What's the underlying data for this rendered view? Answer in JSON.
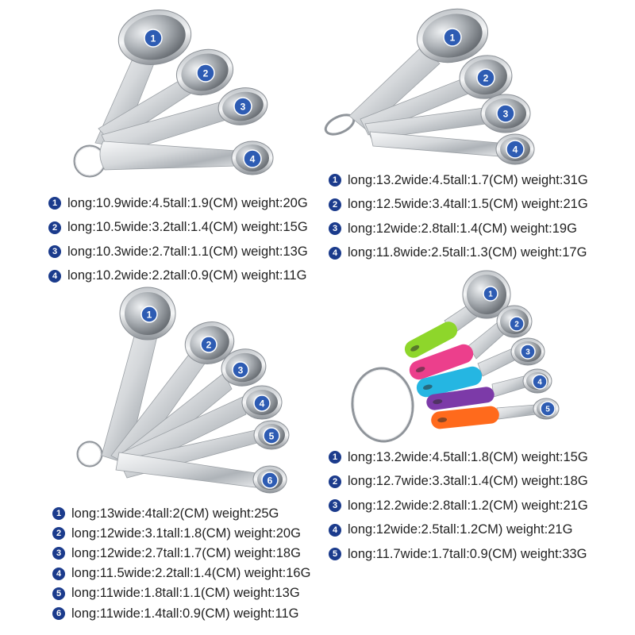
{
  "colors": {
    "list_badge": "#1b3b8c",
    "spoon_badge": "#2e5cb3"
  },
  "sets": [
    {
      "spoons": [
        {
          "number": "1",
          "spec": "long:10.9wide:4.5tall:1.9(CM) weight:20G"
        },
        {
          "number": "2",
          "spec": "long:10.5wide:3.2tall:1.4(CM) weight:15G"
        },
        {
          "number": "3",
          "spec": "long:10.3wide:2.7tall:1.1(CM) weight:13G"
        },
        {
          "number": "4",
          "spec": "long:10.2wide:2.2tall:0.9(CM) weight:11G"
        }
      ]
    },
    {
      "spoons": [
        {
          "number": "1",
          "spec": "long:13.2wide:4.5tall:1.7(CM) weight:31G"
        },
        {
          "number": "2",
          "spec": "long:12.5wide:3.4tall:1.5(CM) weight:21G"
        },
        {
          "number": "3",
          "spec": "long:12wide:2.8tall:1.4(CM) weight:19G"
        },
        {
          "number": "4",
          "spec": "long:11.8wide:2.5tall:1.3(CM) weight:17G"
        }
      ]
    },
    {
      "spoons": [
        {
          "number": "1",
          "spec": "long:13wide:4tall:2(CM) weight:25G"
        },
        {
          "number": "2",
          "spec": "long:12wide:3.1tall:1.8(CM) weight:20G"
        },
        {
          "number": "3",
          "spec": "long:12wide:2.7tall:1.7(CM) weight:18G"
        },
        {
          "number": "4",
          "spec": "long:11.5wide:2.2tall:1.4(CM) weight:16G"
        },
        {
          "number": "5",
          "spec": "long:11wide:1.8tall:1.1(CM) weight:13G"
        },
        {
          "number": "6",
          "spec": "long:11wide:1.4tall:0.9(CM) weight:11G"
        }
      ]
    },
    {
      "spoons": [
        {
          "number": "1",
          "spec": "long:13.2wide:4.5tall:1.8(CM) weight:15G",
          "grip_color": "#8ed62b"
        },
        {
          "number": "2",
          "spec": "long:12.7wide:3.3tall:1.4(CM) weight:18G",
          "grip_color": "#ec3f8c"
        },
        {
          "number": "3",
          "spec": "long:12.2wide:2.8tall:1.2(CM) weight:21G",
          "grip_color": "#25b6e2"
        },
        {
          "number": "4",
          "spec": "long:12wide:2.5tall:1.2CM) weight:21G",
          "grip_color": "#7c3aa8"
        },
        {
          "number": "5",
          "spec": "long:11.7wide:1.7tall:0.9(CM) weight:33G",
          "grip_color": "#ff6a1c"
        }
      ]
    }
  ]
}
